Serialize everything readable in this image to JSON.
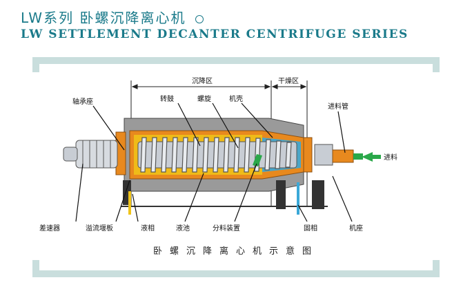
{
  "header": {
    "title_cn": "LW系列 卧螺沉降离心机",
    "title_en": "LW SETTLEMENT DECANTER CENTRIFUGE SERIES"
  },
  "diagram": {
    "zones": {
      "settling": "沉降区",
      "drying": "干燥区"
    },
    "labels": {
      "bearing_seat": "轴承座",
      "drum": "转鼓",
      "screw": "螺旋",
      "casing": "机壳",
      "feed_pipe": "进料管",
      "feed": "进料",
      "differential": "差速器",
      "weir": "溢流堰板",
      "liquid_phase": "液相",
      "pond": "液池",
      "distributor": "分料装置",
      "solid_phase": "固相",
      "base": "机座"
    },
    "caption": "卧螺沉降离心机示意图"
  },
  "colors": {
    "accent": "#1a7a8a",
    "frame": "#c9dedd",
    "drum_orange": "#e8891e",
    "liquid_yellow": "#f0c419",
    "liquid_blue": "#3aa8d8",
    "feed_green": "#2aa84a"
  }
}
